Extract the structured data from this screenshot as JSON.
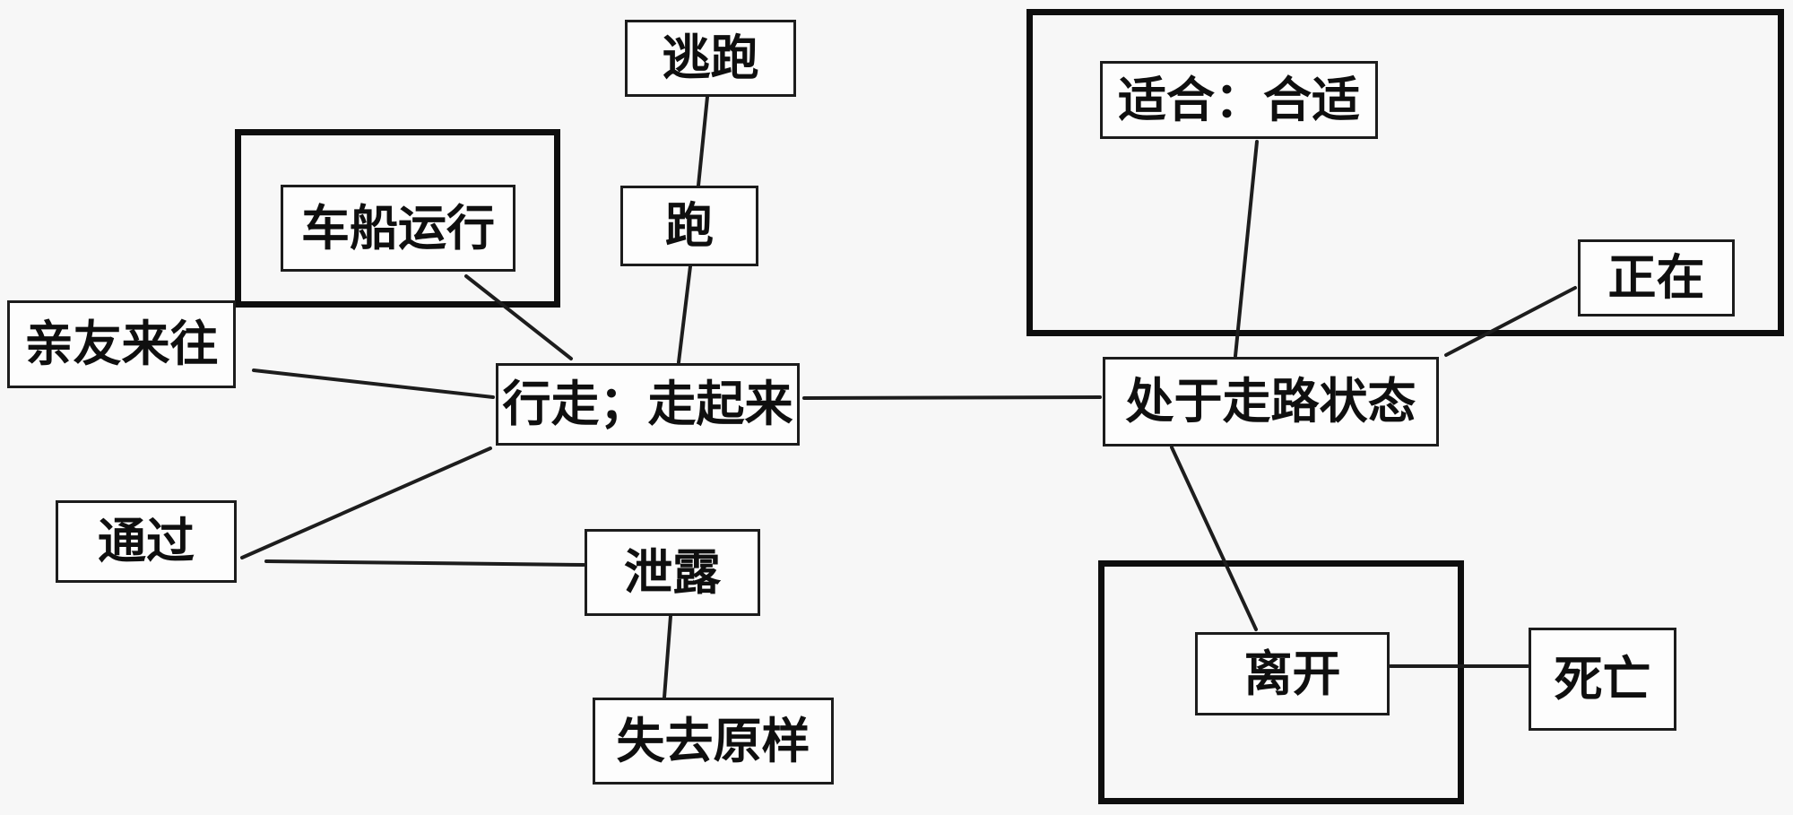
{
  "figure": {
    "type": "concept-map-diagram",
    "background_color": "#f7f7f7",
    "box_fill_color": "#fdfdfd",
    "line_color": "#1d1d1d",
    "thick_group_border_color": "#0e0e0e"
  },
  "nodes": {
    "escape": {
      "label": "逃跑"
    },
    "run": {
      "label": "跑"
    },
    "vehicle_operation": {
      "label": "车船运行"
    },
    "relatives_contact": {
      "label": "亲友来往"
    },
    "walk": {
      "label": "行走；走起来"
    },
    "pass_through": {
      "label": "通过"
    },
    "leak": {
      "label": "泄露"
    },
    "lose_original_form": {
      "label": "失去原样"
    },
    "suitable": {
      "label": "适合：合适"
    },
    "in_progress": {
      "label": "正在"
    },
    "walking_state": {
      "label": "处于走路状态"
    },
    "leave": {
      "label": "离开"
    },
    "death": {
      "label": "死亡"
    }
  },
  "groups": [
    {
      "contains": [
        "vehicle_operation"
      ]
    },
    {
      "contains": [
        "suitable",
        "in_progress"
      ]
    },
    {
      "contains": [
        "leave"
      ]
    }
  ],
  "edges": [
    {
      "from": "escape",
      "to": "run"
    },
    {
      "from": "run",
      "to": "walk"
    },
    {
      "from": "vehicle_operation",
      "to": "walk"
    },
    {
      "from": "relatives_contact",
      "to": "walk"
    },
    {
      "from": "pass_through",
      "to": "walk"
    },
    {
      "from": "pass_through",
      "to": "leak"
    },
    {
      "from": "leak",
      "to": "lose_original_form"
    },
    {
      "from": "walk",
      "to": "walking_state"
    },
    {
      "from": "suitable",
      "to": "walking_state"
    },
    {
      "from": "in_progress",
      "to": "walking_state"
    },
    {
      "from": "walking_state",
      "to": "leave"
    },
    {
      "from": "leave",
      "to": "death"
    }
  ]
}
